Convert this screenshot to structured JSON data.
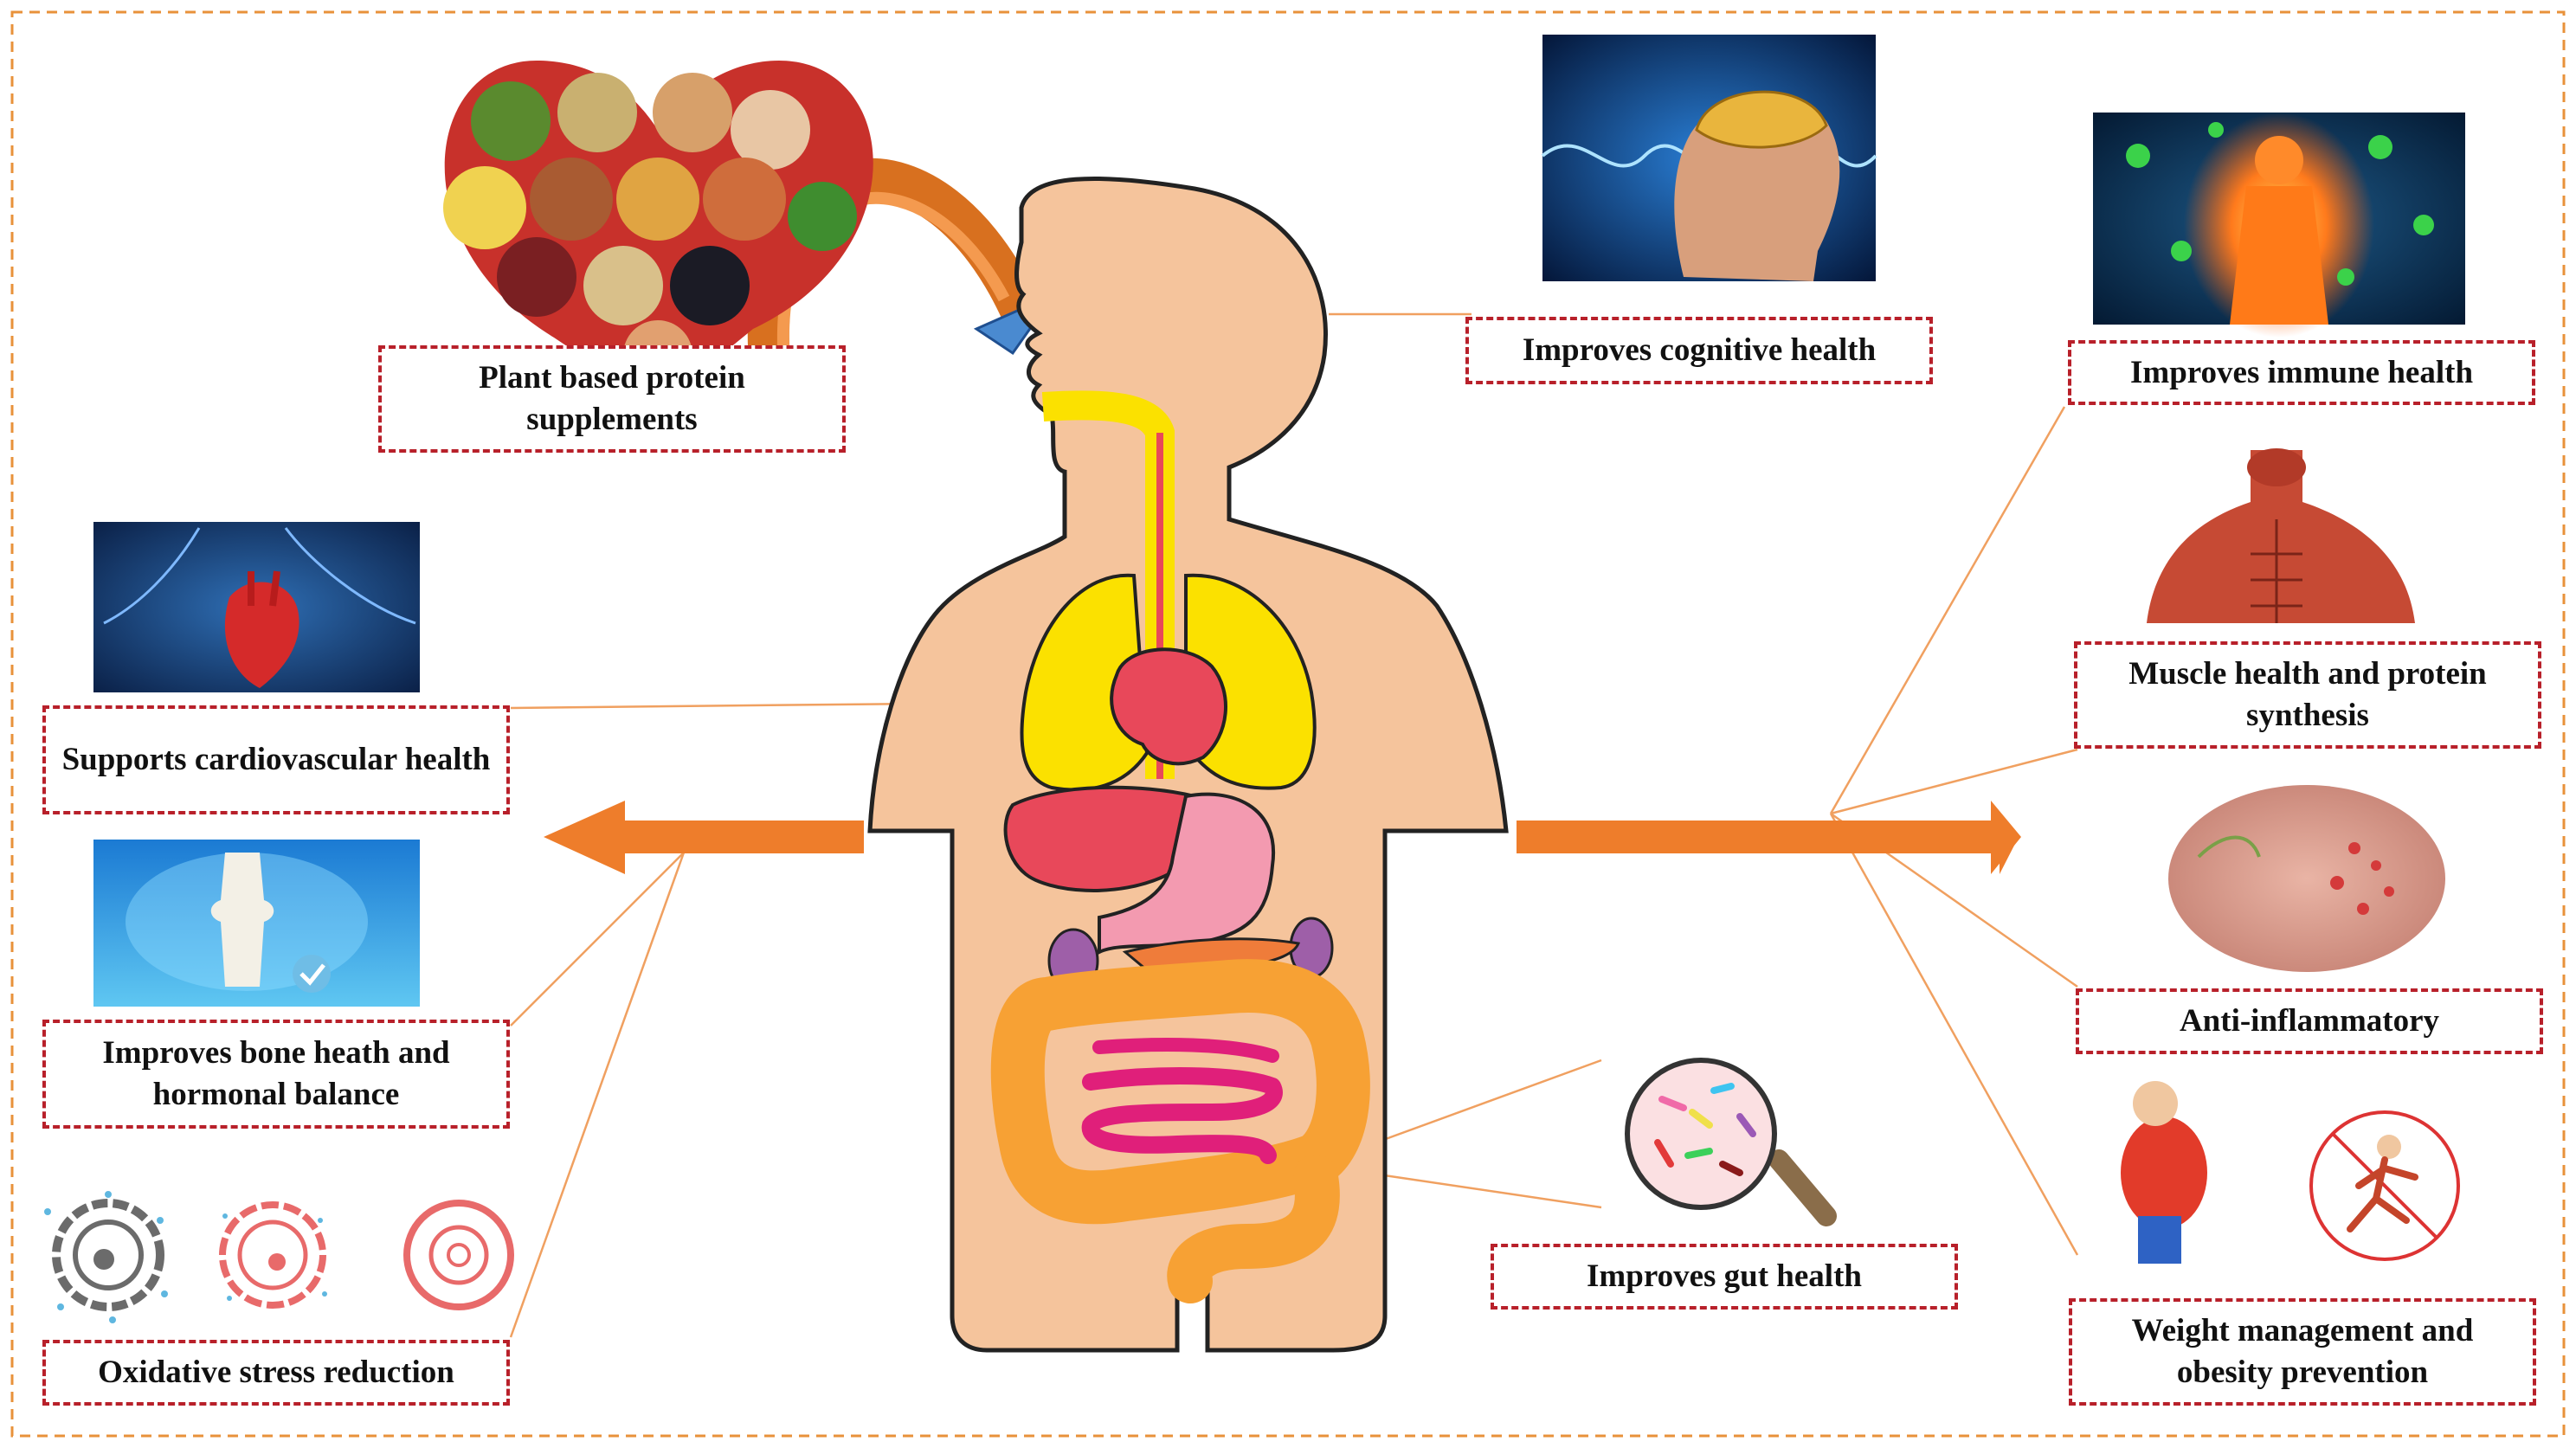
{
  "labels": {
    "plant_protein": "Plant based protein supplements",
    "cognitive": "Improves cognitive health",
    "immune": "Improves immune health",
    "cardiovascular": "Supports cardiovascular health",
    "muscle": "Muscle health and protein synthesis",
    "bone": "Improves bone heath and hormonal balance",
    "anti_inflammatory": "Anti-inflammatory",
    "gut": "Improves gut health",
    "weight": "Weight management and obesity prevention",
    "oxidative": "Oxidative stress reduction"
  },
  "colors": {
    "dashed_border": "#b8202a",
    "outer_border": "#e8923a",
    "arrow": "#ee7d2b",
    "body": "#f5c49c",
    "body_outline": "#222222",
    "lungs": "#fbe100",
    "heart": "#e8485a",
    "intestine": "#f7a134",
    "small_intestine": "#e01f7a",
    "stomach": "#f39ab0"
  },
  "icons": {
    "legumes": "heart-shaped-legumes-image",
    "brain": "brain-head-image",
    "immune": "glowing-body-virus-image",
    "heart": "anatomical-heart-image",
    "muscle": "muscular-torso-image",
    "bone": "knee-joint-image",
    "skin": "inflamed-skin-image",
    "bacteria": "magnifier-bacteria-icon",
    "weight": "obese-man-and-runner-icons",
    "cells": "oxidative-cells-icons"
  }
}
